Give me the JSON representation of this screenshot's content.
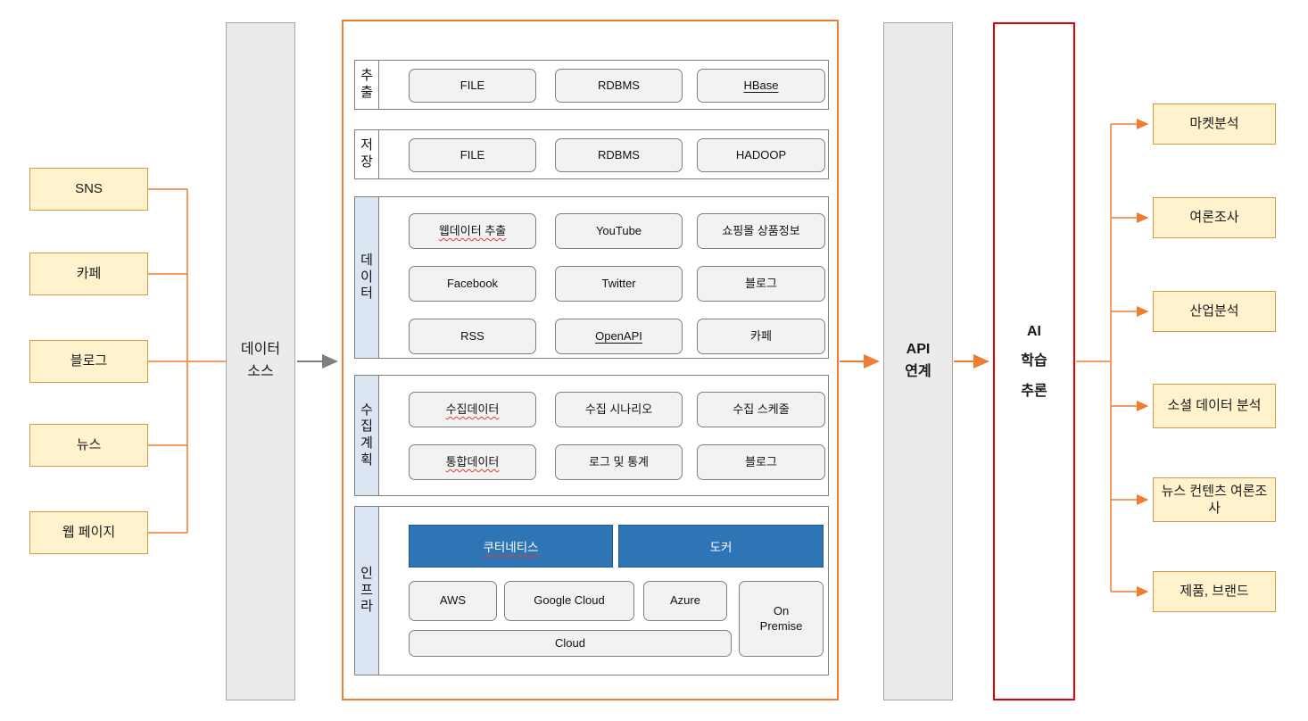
{
  "colors": {
    "accent_orange": "#ED7D31",
    "accent_red": "#E60000",
    "connector_gray": "#7F7F7F",
    "box_yellow_fill": "#FFF2CC",
    "box_yellow_border": "#D59A45",
    "bar_blue": "#2E75B6",
    "strip_blue": "#DCE6F2",
    "pillar_gray": "#EBEBEB"
  },
  "sources": {
    "items": [
      "SNS",
      "카페",
      "블로그",
      "뉴스",
      "웹 페이지"
    ]
  },
  "datasource": {
    "line1": "데이터",
    "line2": "소스"
  },
  "pipeline": {
    "extract": {
      "label": "추출",
      "items": [
        "FILE",
        "RDBMS",
        "HBase"
      ]
    },
    "store": {
      "label": "저장",
      "items": [
        "FILE",
        "RDBMS",
        "HADOOP"
      ]
    },
    "data": {
      "label": "데이터",
      "rows": [
        [
          "웹데이터 추출",
          "YouTube",
          "쇼핑몰 상품정보"
        ],
        [
          "Facebook",
          "Twitter",
          "블로그"
        ],
        [
          "RSS",
          "OpenAPI",
          "카페"
        ]
      ]
    },
    "plan": {
      "label": "수집계획",
      "rows": [
        [
          "수집데이터",
          "수집 시나리오",
          "수집 스케줄"
        ],
        [
          "통합데이터",
          "로그 및 통계",
          "블로그"
        ]
      ]
    },
    "infra": {
      "label": "인프라",
      "platforms": [
        "쿠터네티스",
        "도커"
      ],
      "clouds": [
        "AWS",
        "Google Cloud",
        "Azure"
      ],
      "onprem": "On Premise",
      "cloud": "Cloud"
    }
  },
  "api": {
    "line1": "API",
    "line2": "연계"
  },
  "ai": {
    "line1": "AI",
    "line2": "학습",
    "line3": "추론"
  },
  "outputs": {
    "items": [
      "마켓분석",
      "여론조사",
      "산업분석",
      "소셜 데이터 분석",
      "뉴스 컨텐츠 여론조사",
      "제품, 브랜드"
    ]
  }
}
